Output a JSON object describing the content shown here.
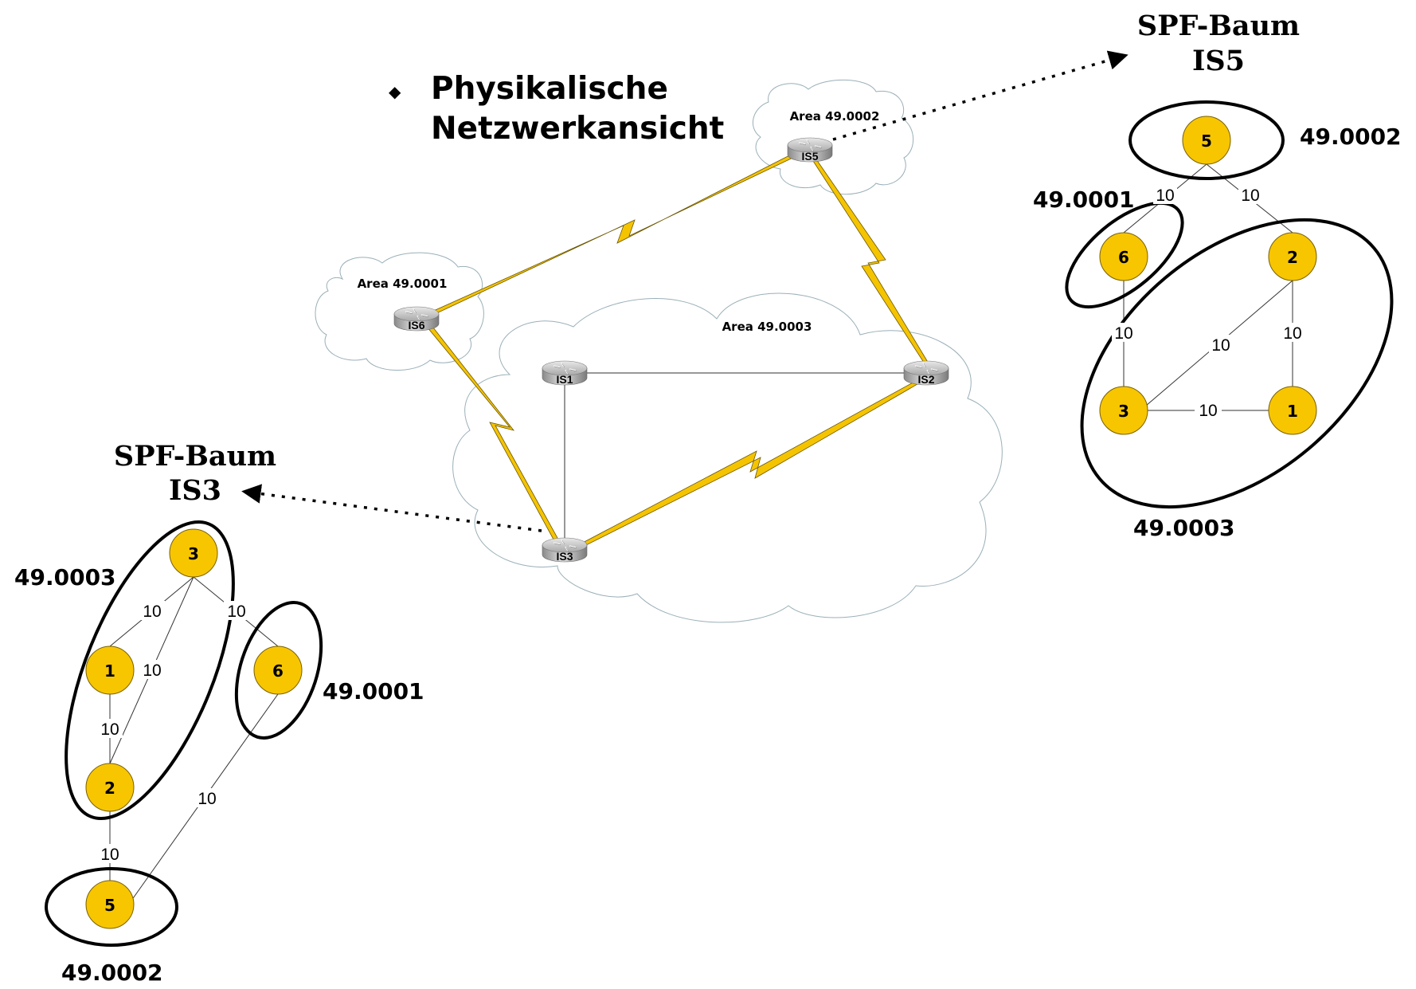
{
  "header": {
    "bullet": "◆",
    "title_line1": "Physikalische",
    "title_line2": "Netzwerkansicht"
  },
  "physical": {
    "areas": [
      {
        "id": "area-49-0001",
        "label": "Area 49.0001"
      },
      {
        "id": "area-49-0002",
        "label": "Area 49.0002"
      },
      {
        "id": "area-49-0003",
        "label": "Area 49.0003"
      }
    ],
    "routers": [
      {
        "id": "IS1",
        "label": "IS1",
        "area": "Area 49.0003"
      },
      {
        "id": "IS2",
        "label": "IS2",
        "area": "Area 49.0003"
      },
      {
        "id": "IS3",
        "label": "IS3",
        "area": "Area 49.0003"
      },
      {
        "id": "IS5",
        "label": "IS5",
        "area": "Area 49.0002"
      },
      {
        "id": "IS6",
        "label": "IS6",
        "area": "Area 49.0001"
      }
    ],
    "links": [
      {
        "from": "IS1",
        "to": "IS2",
        "type": "lan"
      },
      {
        "from": "IS1",
        "to": "IS3",
        "type": "lan"
      },
      {
        "from": "IS3",
        "to": "IS2",
        "type": "serial"
      },
      {
        "from": "IS6",
        "to": "IS3",
        "type": "serial"
      },
      {
        "from": "IS6",
        "to": "IS5",
        "type": "serial"
      },
      {
        "from": "IS5",
        "to": "IS2",
        "type": "serial"
      }
    ]
  },
  "spf_is5": {
    "title_line1": "SPF-Baum",
    "title_line2": "IS5",
    "area_labels": {
      "a1": "49.0001",
      "a2": "49.0002",
      "a3": "49.0003"
    },
    "nodes": [
      "5",
      "6",
      "2",
      "3",
      "1"
    ],
    "edges": [
      {
        "from": "5",
        "to": "6",
        "cost": "10"
      },
      {
        "from": "5",
        "to": "2",
        "cost": "10"
      },
      {
        "from": "6",
        "to": "3",
        "cost": "10"
      },
      {
        "from": "3",
        "to": "2",
        "cost": "10"
      },
      {
        "from": "2",
        "to": "1",
        "cost": "10"
      },
      {
        "from": "3",
        "to": "1",
        "cost": "10"
      }
    ]
  },
  "spf_is3": {
    "title_line1": "SPF-Baum",
    "title_line2": "IS3",
    "area_labels": {
      "a1": "49.0001",
      "a2": "49.0002",
      "a3": "49.0003"
    },
    "nodes": [
      "3",
      "1",
      "6",
      "2",
      "5"
    ],
    "edges": [
      {
        "from": "3",
        "to": "1",
        "cost": "10"
      },
      {
        "from": "3",
        "to": "2",
        "cost": "10"
      },
      {
        "from": "3",
        "to": "6",
        "cost": "10"
      },
      {
        "from": "1",
        "to": "2",
        "cost": "10"
      },
      {
        "from": "2",
        "to": "5",
        "cost": "10"
      },
      {
        "from": "6",
        "to": "5",
        "cost": "10"
      }
    ]
  },
  "colors": {
    "node_fill": "#f7c600",
    "serial_link": "#f5c400",
    "cloud_outline": "#9ab0b8"
  }
}
